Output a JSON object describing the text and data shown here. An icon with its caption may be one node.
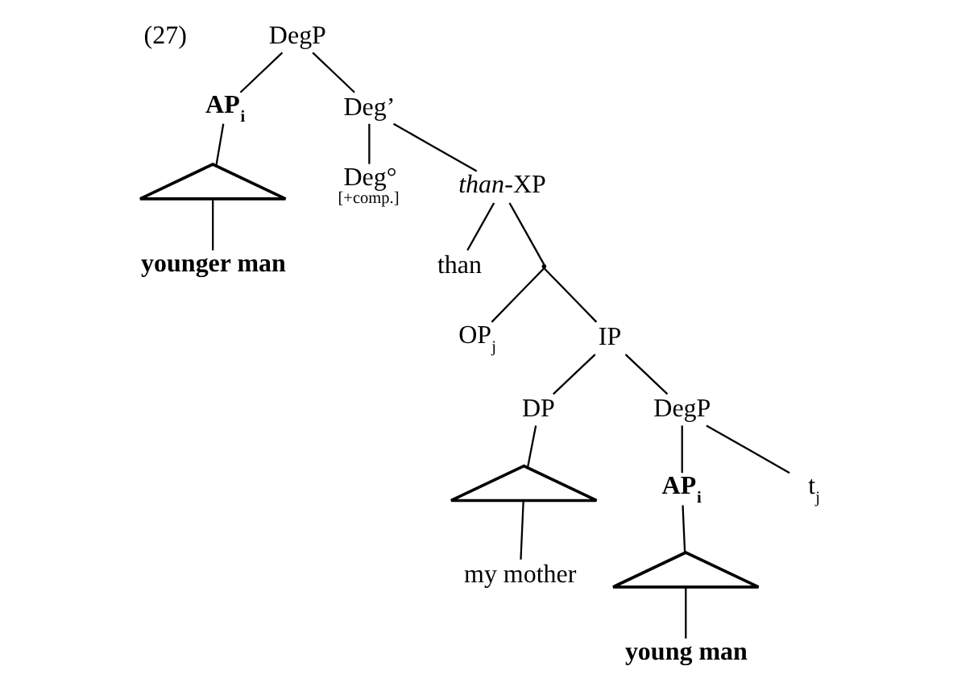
{
  "diagram": {
    "nodes": [
      {
        "text": [
          "DegP"
        ]
      },
      {
        "text": [
          "AP$_{i}$"
        ]
      },
      {
        "text": [],
        "shape": "triangle"
      },
      {
        "text": [
          "younger man"
        ]
      },
      {
        "text": [
          "Deg’"
        ]
      },
      {
        "text": [
          "Deg°",
          "[+comp.]"
        ]
      },
      {
        "text": [
          "*than*-XP"
        ]
      },
      {
        "text": [
          "than"
        ]
      },
      {
        "text": [],
        "shape": "point"
      },
      {
        "text": [
          "OP$_{j}$"
        ]
      },
      {
        "text": [
          "IP"
        ]
      },
      {
        "text": [
          "DP"
        ]
      },
      {
        "text": [],
        "shape": "triangle"
      },
      {
        "text": [
          "my mother"
        ]
      },
      {
        "text": [
          "DegP"
        ]
      },
      {
        "text": [
          "AP$_{i}$"
        ]
      },
      {
        "text": [],
        "shape": "triangle"
      },
      {
        "text": [
          "young man"
        ]
      },
      {
        "text": [
          "t$_{j}$"
        ]
      }
    ],
    "edges": [
      {
        "from": 0,
        "to": 1,
        "arrow": "none"
      },
      {
        "from": 0,
        "to": 4,
        "arrow": "none"
      },
      {
        "from": 1,
        "to": 2,
        "arrow": "none"
      },
      {
        "from": 2,
        "to": 3,
        "arrow": "none"
      },
      {
        "from": 4,
        "to": 5,
        "arrow": "none"
      },
      {
        "from": 4,
        "to": 6,
        "arrow": "none"
      },
      {
        "from": 6,
        "to": 7,
        "arrow": "none"
      },
      {
        "from": 6,
        "to": 8,
        "arrow": "none"
      },
      {
        "from": 8,
        "to": 9,
        "arrow": "none"
      },
      {
        "from": 8,
        "to": 10,
        "arrow": "none"
      },
      {
        "from": 10,
        "to": 11,
        "arrow": "none"
      },
      {
        "from": 10,
        "to": 14,
        "arrow": "none"
      },
      {
        "from": 11,
        "to": 12,
        "arrow": "none"
      },
      {
        "from": 12,
        "to": 13,
        "arrow": "none"
      },
      {
        "from": 14,
        "to": 15,
        "arrow": "none"
      },
      {
        "from": 14,
        "to": 18,
        "arrow": "none"
      },
      {
        "from": 15,
        "to": 16,
        "arrow": "none"
      },
      {
        "from": 16,
        "to": 17,
        "arrow": "none"
      }
    ],
    "labels": [
      "(27)"
    ]
  }
}
